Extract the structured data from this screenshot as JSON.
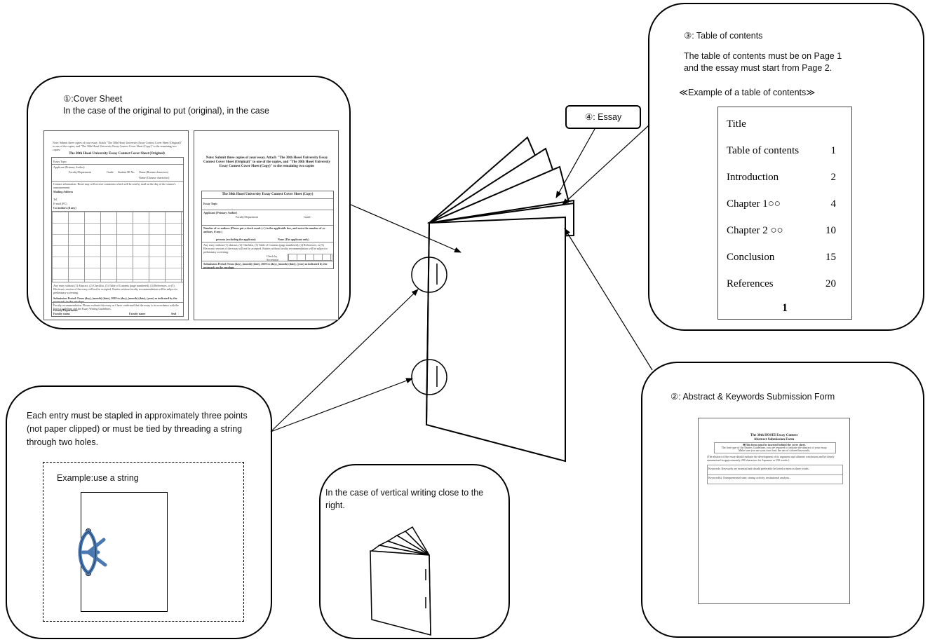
{
  "cover": {
    "title": "①:Cover Sheet",
    "caption": "In the case of the original  to put (original), in the case",
    "orig": {
      "note": "Note: Submit three copies of your essay. Attach \"The 30th Hosei University Essay Contest Cover Sheet (Original)\" to one of the copies, and \"The 30th Hosei University Essay Contest Cover Sheet (Copy)\" to the remaining two copies.",
      "heading": "The 30th Hosei University Essay Contest Cover Sheet (Original)",
      "essay_topic": "Essay Topic",
      "applicant": "Applicant (Primary Author)",
      "faculty_dept": "Faculty/Department",
      "grade": "Grade",
      "student_id": "Student ID No.",
      "name_kanji": "Name (Roman characters)",
      "name_kana": "Name (Chinese characters)",
      "contact": "Contact information: Hosei may will receive comments which will be sent by mail on the day of the winner's announcement.",
      "mailing": "Mailing Address",
      "tel": "Tel.",
      "email": "E-mail (PC)",
      "coauthors": "Co-authors (if any)",
      "notes": "Any entry without (1) Abstract, (2) Checklist, (3) Table of Contents (page numbered), (4) References, or (5) Electronic version of the essay will not be accepted. Entries without faculty recommendation will be subject to preliminary screening.",
      "submission": "Submission Period: From (day), (month) (date), 2019 to (day), (month) (date), (year) as indicated by the postmark on the envelope",
      "faculty_rec": "Faculty recommendation: Please evaluate this essay as I have confirmed that the essay is in accordance with the Entry Guidelines and the Essay Writing Guidelines.",
      "faculty_dept2": "Faculty/Department",
      "faculty_status": "Faculty status",
      "faculty_name": "Faculty name",
      "seal": "Seal"
    },
    "copy": {
      "note": "Note: Submit three copies of your essay. Attach \"The 30th Hosei University Essay Contest Cover Sheet (Original)\" to one of the copies, and \"The 30th Hosei University Essay Contest Cover Sheet (Copy)\" to the remaining two copies",
      "heading": "The 30th Hosei University Essay Contest Cover Sheet (Copy)",
      "essay_topic": "Essay Topic",
      "applicant": "Applicant (Primary Author)",
      "faculty_dept": "Faculty/Department",
      "grade": "Grade",
      "number_coauthors": "Number of co-authors (Please put a check mark (✓) in the applicable box, and enter the number of co-authors, if any.)",
      "opt1": "persons (excluding the applicant)",
      "opt2": "None (The applicant only)",
      "notes": "Any entry without (1) abstract, (2) Checklist, (3) Table of Contents (page numbered), (4) References, or (5) Electronic version of the essay will not be accepted. Entries without faculty recommendation will be subject to preliminary screening.",
      "check_by": "Check by Secretariat",
      "submission": "Submission Period: From (day), (month) (date), 2019 to (day), (month) (date), (year) as indicated by the postmark on the envelope"
    }
  },
  "toc": {
    "title": "③: Table of contents",
    "desc_line1": "The table of contents must be on Page 1",
    "desc_line2": "and the essay must start from Page 2.",
    "example_label": "≪Example of a table of contents≫",
    "heading": "Title",
    "rows": [
      {
        "title": "Table of contents",
        "page": "1"
      },
      {
        "title": "Introduction",
        "page": "2"
      },
      {
        "title": "Chapter 1○○",
        "page": "4"
      },
      {
        "title": "Chapter 2 ○○",
        "page": "10"
      },
      {
        "title": "Conclusion",
        "page": "15"
      },
      {
        "title": "References",
        "page": "20"
      }
    ],
    "page_number": "1"
  },
  "essay": {
    "label": "④: Essay"
  },
  "abstract": {
    "title": "②: Abstract & Keywords Submission Form",
    "doc_title1": "The 30th HOSEI Essay Contest",
    "doc_title2": "Abstract Submission Form",
    "doc_sub": "✱This form must be inserted behind the cover sheet.",
    "doc_sub2": "The font type of the Entries Guidelines, you are required to indicate the abstract of your essay.",
    "doc_sub3": "Make sure you use your own font; the use of colored keywords.",
    "doc_body": "(The abstract of the essay should indicate the development of its argument and ultimate conclusion and be clearly summarized in approximately 200 characters for Japanese or 150 words.)",
    "keywords": "Keywords: Keywords are essential and should preferably be listed at most as three words.",
    "keywords2": "Keyword(s): Entrepreneurial state, startup activity, institutional analysis..."
  },
  "binding": {
    "desc": "Each entry must be stapled in approximately three points (not paper clipped) or must be tied by threading a string through two holes.",
    "example_label": "Example:use a string"
  },
  "vertical": {
    "desc": "In the case of vertical writing close to the right."
  },
  "colors": {
    "string": "#4a78b0",
    "line": "#000000"
  }
}
